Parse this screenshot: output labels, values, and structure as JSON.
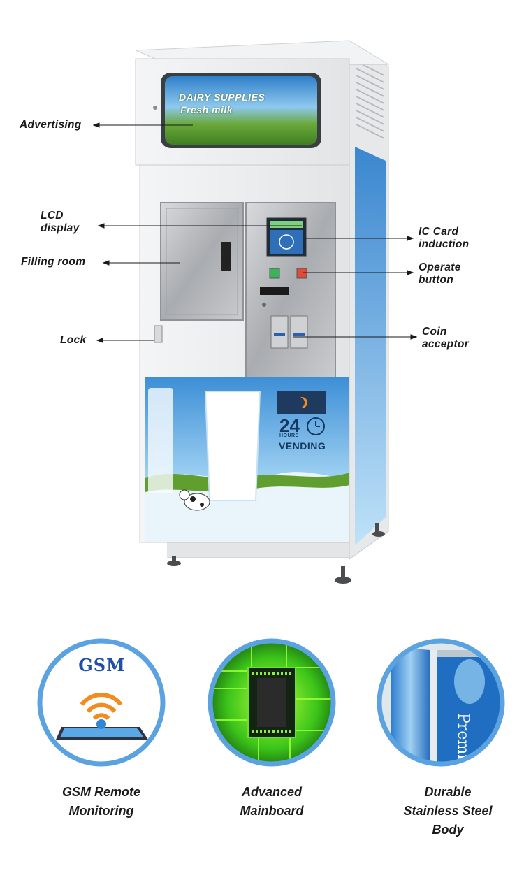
{
  "machine": {
    "panel_line1": "DAIRY SUPPLIES",
    "panel_line2": "Fresh milk",
    "hours_number": "24",
    "hours_word": "HOURS",
    "vending_word": "VENDING"
  },
  "callouts": {
    "advertising": "Advertising",
    "lcd": "LCD\ndisplay",
    "filling": "Filling room",
    "lock": "Lock",
    "ic_card": "IC Card\ninduction",
    "operate": "Operate\nbutton",
    "coin": "Coin\nacceptor"
  },
  "features": [
    {
      "icon_name": "gsm-wifi-tablet-icon",
      "logo_text": "GSM",
      "caption": "GSM Remote\nMonitoring"
    },
    {
      "icon_name": "circuit-board-chip-icon",
      "caption": "Advanced\nMainboard"
    },
    {
      "icon_name": "steel-body-panel-icon",
      "caption": "Durable\nStainless Steel\nBody"
    }
  ],
  "colors": {
    "ring": "#5aa3e0",
    "sky": "#6fb6ea",
    "grass": "#5f9e2f",
    "steel": "#b9bcbf",
    "gsm_blue": "#1f4fa8"
  }
}
